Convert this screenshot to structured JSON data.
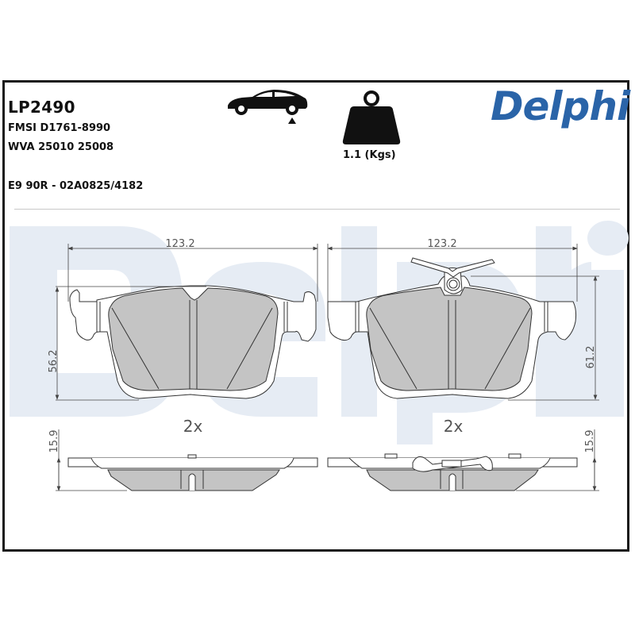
{
  "header": {
    "part_number": "LP2490",
    "fmsi": "FMSI D1761-8990",
    "wva": "WVA 25010 25008",
    "approval": "E9 90R - 02A0825/4182",
    "weight_label": "1.1 (Kgs)",
    "axle_icon": "car-rear-axle-icon",
    "weight_icon": "weight-icon"
  },
  "brand": {
    "logo_text": "Delphi",
    "watermark_text": "Delphi",
    "color": "#2a64a8",
    "watermark_color": "#e6ecf4"
  },
  "drawing": {
    "pad_left": {
      "width_dim": "123.2",
      "height_dim": "56.2",
      "quantity": "2x",
      "thickness_dim": "15.9"
    },
    "pad_right": {
      "width_dim": "123.2",
      "height_dim": "61.2",
      "quantity": "2x",
      "thickness_dim": "15.9"
    },
    "colors": {
      "friction_fill": "#c4c4c4",
      "line": "#333333",
      "dim_line": "#444444"
    }
  }
}
